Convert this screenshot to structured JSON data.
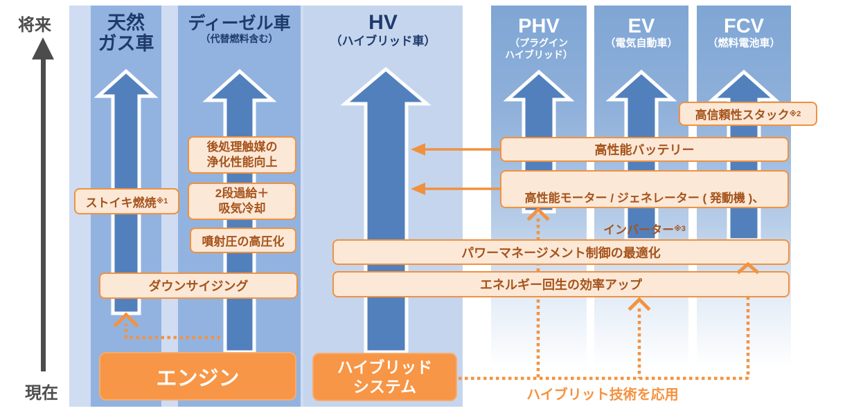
{
  "diagram": {
    "axis": {
      "future": "将来",
      "present": "現在"
    },
    "columns": [
      {
        "id": "ng",
        "title": "天然\nガス車",
        "subtitle": ""
      },
      {
        "id": "diesel",
        "title": "ディーゼル車",
        "subtitle": "（代替燃料含む）"
      },
      {
        "id": "hv",
        "title": "HV",
        "subtitle": "（ハイブリッド車）"
      },
      {
        "id": "phv",
        "title": "PHV",
        "subtitle": "（プラグイン\nハイブリッド）"
      },
      {
        "id": "ev",
        "title": "EV",
        "subtitle": "（電気自動車）"
      },
      {
        "id": "fcv",
        "title": "FCV",
        "subtitle": "（燃料電池車）"
      }
    ],
    "notes": {
      "stoichi": {
        "label": "ストイキ燃焼",
        "sup": "※1"
      },
      "catalyst": {
        "label": "後処理触媒の\n浄化性能向上"
      },
      "turbo": {
        "label": "2段過給＋\n吸気冷却"
      },
      "injection": {
        "label": "噴射圧の高圧化"
      },
      "downsizing": {
        "label": "ダウンサイジング"
      },
      "stack": {
        "label": "高信頼性スタック",
        "sup": "※2"
      },
      "battery": {
        "label": "高性能バッテリー"
      },
      "motor": {
        "line1": "高性能モーター / ジェネレーター ( 発動機 )、",
        "line2": "インバーター",
        "sup": "※3"
      },
      "power": {
        "label": "パワーマネージメント制御の最適化"
      },
      "energy": {
        "label": "エネルギー回生の効率アップ"
      }
    },
    "bases": {
      "engine": "エンジン",
      "hybrid": "ハイブリッド\nシステム"
    },
    "caption": "ハイブリット技術を応用",
    "colors": {
      "panel_bg": "#cfdcf2",
      "column_blue": "#92b3e0",
      "hv_column": "#c5d5ee",
      "arrow_blue": "#5280bd",
      "accent_orange": "#f0913e",
      "note_fill": "#fce8d7",
      "note_text": "#a5531b",
      "main_box_orange": "#f79646",
      "title_navy": "#1e3a6b",
      "axis_gray": "#4c4c4c"
    }
  }
}
